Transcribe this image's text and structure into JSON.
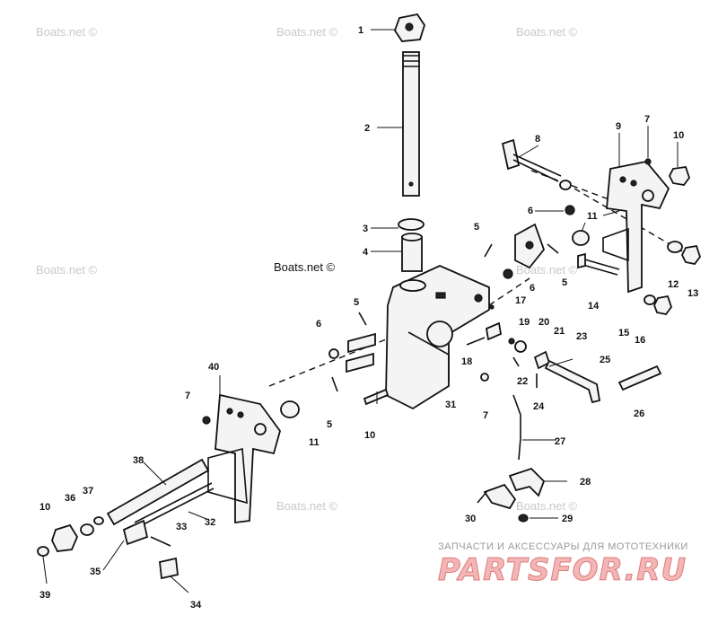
{
  "watermark": {
    "text": "Boats.net ©"
  },
  "promo": {
    "tagline": "ЗАПЧАСТИ И АКСЕССУАРЫ ДЛЯ МОТОТЕХНИКИ",
    "logo": "PARTSFOR.RU"
  },
  "callouts": [
    "1",
    "2",
    "3",
    "4",
    "5",
    "5",
    "5",
    "5",
    "6",
    "6",
    "6",
    "7",
    "7",
    "7",
    "8",
    "9",
    "10",
    "10",
    "10",
    "11",
    "11",
    "12",
    "13",
    "14",
    "15",
    "16",
    "17",
    "18",
    "19",
    "20",
    "21",
    "22",
    "23",
    "24",
    "25",
    "26",
    "27",
    "28",
    "29",
    "30",
    "31",
    "32",
    "33",
    "34",
    "35",
    "36",
    "37",
    "38",
    "39",
    "40"
  ]
}
